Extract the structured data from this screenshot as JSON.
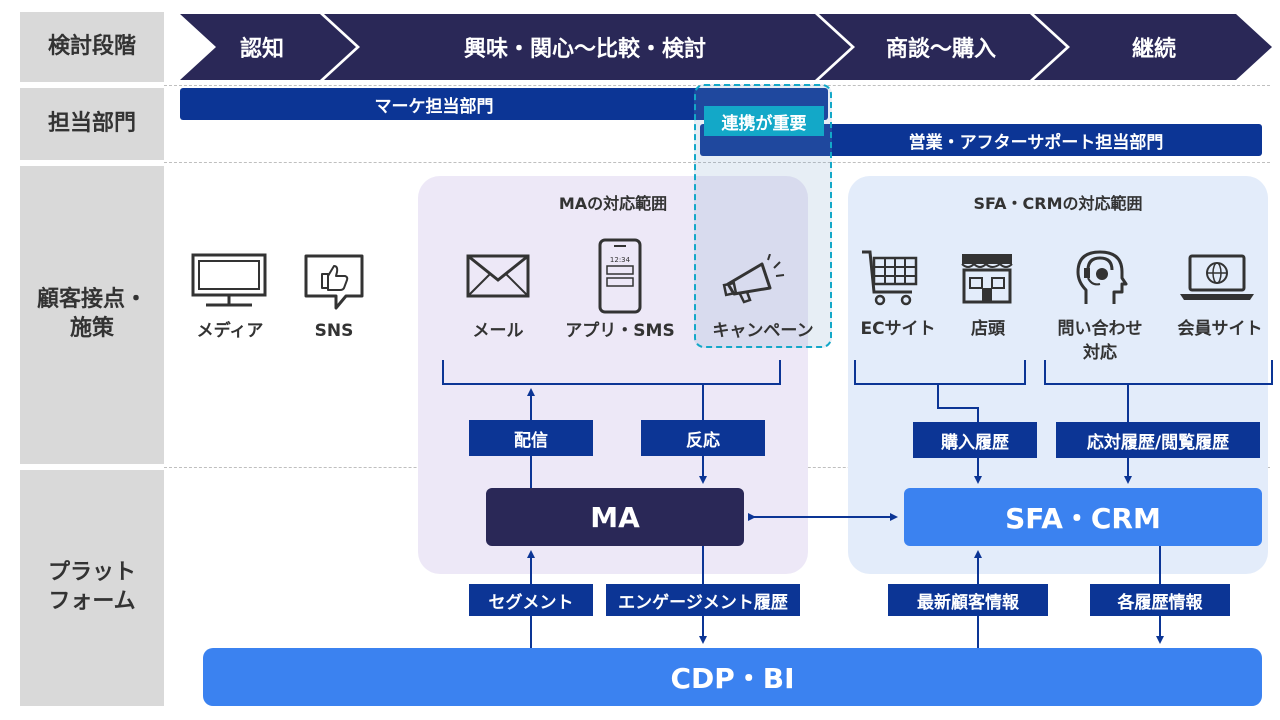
{
  "rows": {
    "stage": "検討段階",
    "dept": "担当部門",
    "touch_line1": "顧客接点・",
    "touch_line2": "施策",
    "platform_line1": "プラット",
    "platform_line2": "フォーム"
  },
  "stages": [
    "認知",
    "興味・関心～比較・検討",
    "商談～購入",
    "継続"
  ],
  "departments": {
    "marketing": "マーケ担当部門",
    "sales": "営業・アフターサポート担当部門",
    "collab": "連携が重要"
  },
  "zones": {
    "ma": "MAの対応範囲",
    "sfa": "SFA・CRMの対応範囲"
  },
  "touchpoints": {
    "media": "メディア",
    "sns": "SNS",
    "mail": "メール",
    "app": "アプリ・SMS",
    "phone_time": "12:34",
    "campaign": "キャンペーン",
    "ec": "ECサイト",
    "store": "店頭",
    "inquiry_line1": "問い合わせ",
    "inquiry_line2": "対応",
    "member": "会員サイト"
  },
  "tags": {
    "delivery": "配信",
    "reaction": "反応",
    "purchase": "購入履歴",
    "response": "応対履歴/閲覧履歴",
    "segment": "セグメント",
    "engagement": "エンゲージメント履歴",
    "latest": "最新顧客情報",
    "histories": "各履歴情報"
  },
  "platforms": {
    "ma": "MA",
    "sfa": "SFA・CRM",
    "cdp": "CDP・BI"
  },
  "colors": {
    "navy": "#2a2857",
    "dept_blue": "#0c3595",
    "bright_blue": "#3b82f0",
    "ma_zone": "#ede8f7",
    "sfa_zone": "#e3ecfa",
    "collab_teal": "#13a8c8",
    "row_gray": "#d9d9d9"
  }
}
